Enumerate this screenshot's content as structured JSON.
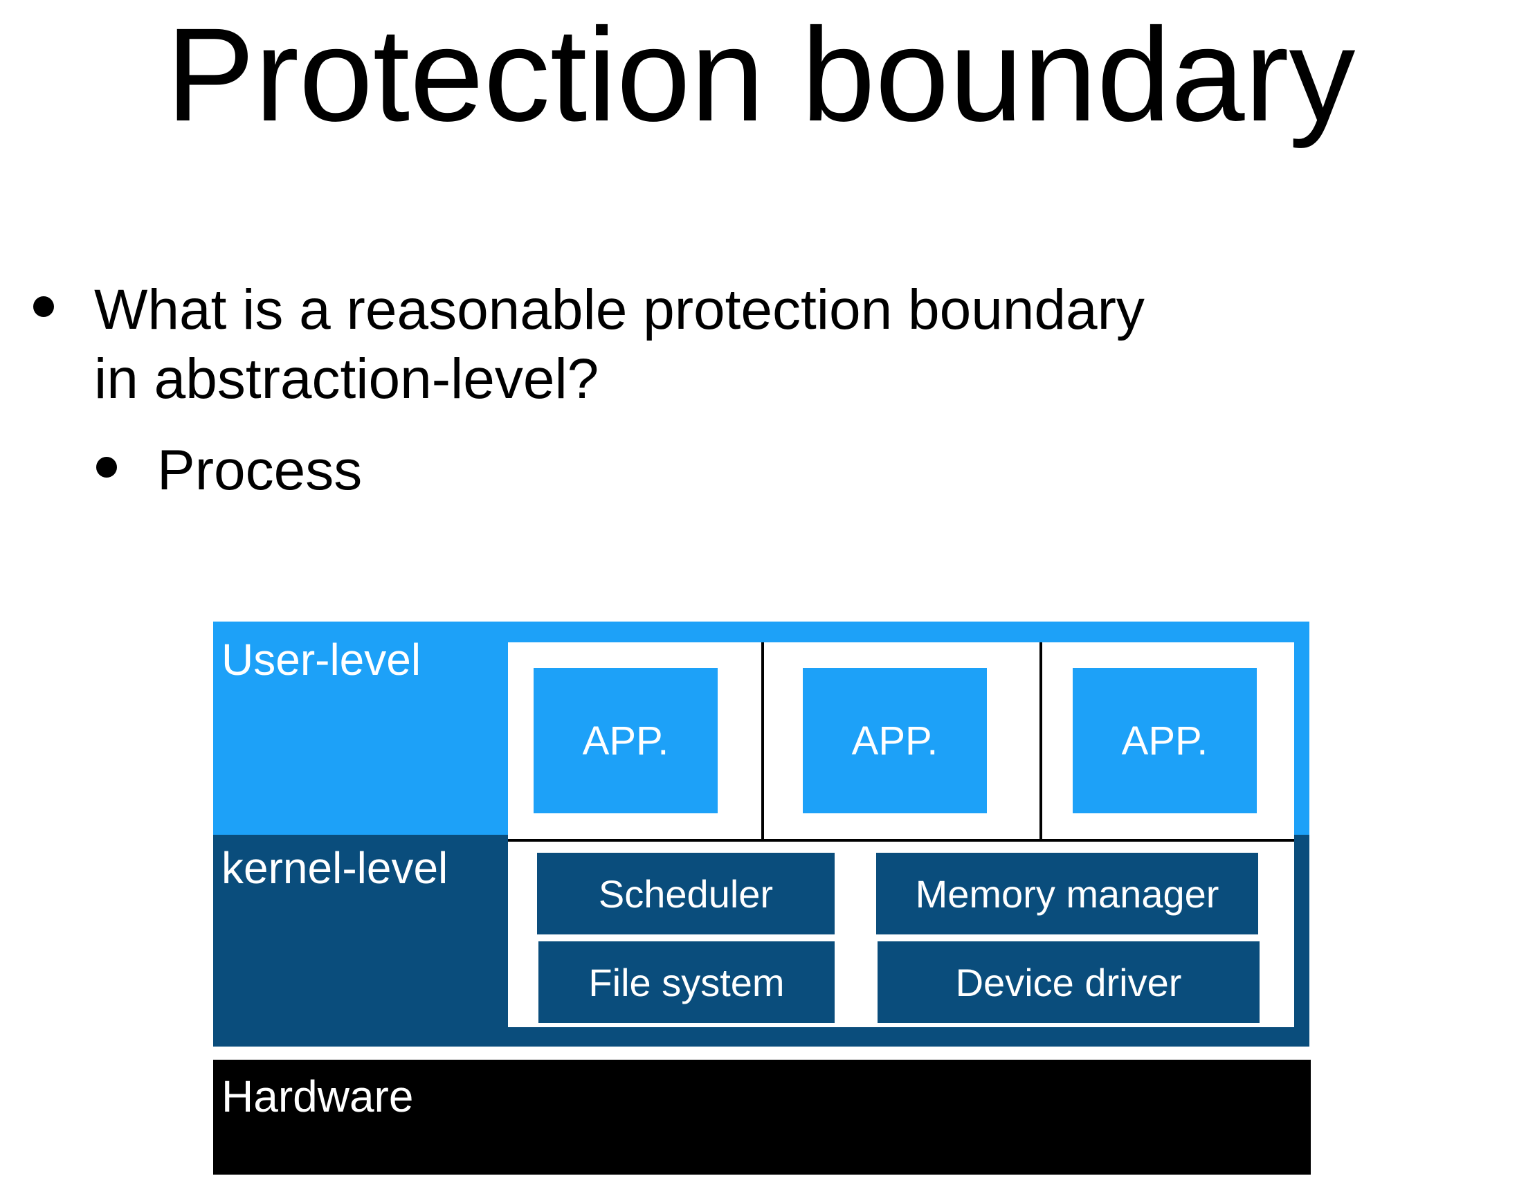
{
  "slide": {
    "title": "Protection boundary",
    "bullets": [
      {
        "text": "What is a reasonable protection boundary in abstraction-level?",
        "line1": "What is a reasonable protection boundary",
        "line2": "in abstraction-level?",
        "sub_bullets": [
          "Process"
        ]
      }
    ]
  },
  "diagram": {
    "layers": {
      "user": {
        "label": "User-level",
        "color": "#1da1f8"
      },
      "kernel": {
        "label": "kernel-level",
        "color": "#0a4d7c"
      },
      "hardware": {
        "label": "Hardware",
        "color": "#000000"
      }
    },
    "apps": [
      "APP.",
      "APP.",
      "APP."
    ],
    "kernel_components": [
      "Scheduler",
      "Memory manager",
      "File system",
      "Device driver"
    ]
  }
}
